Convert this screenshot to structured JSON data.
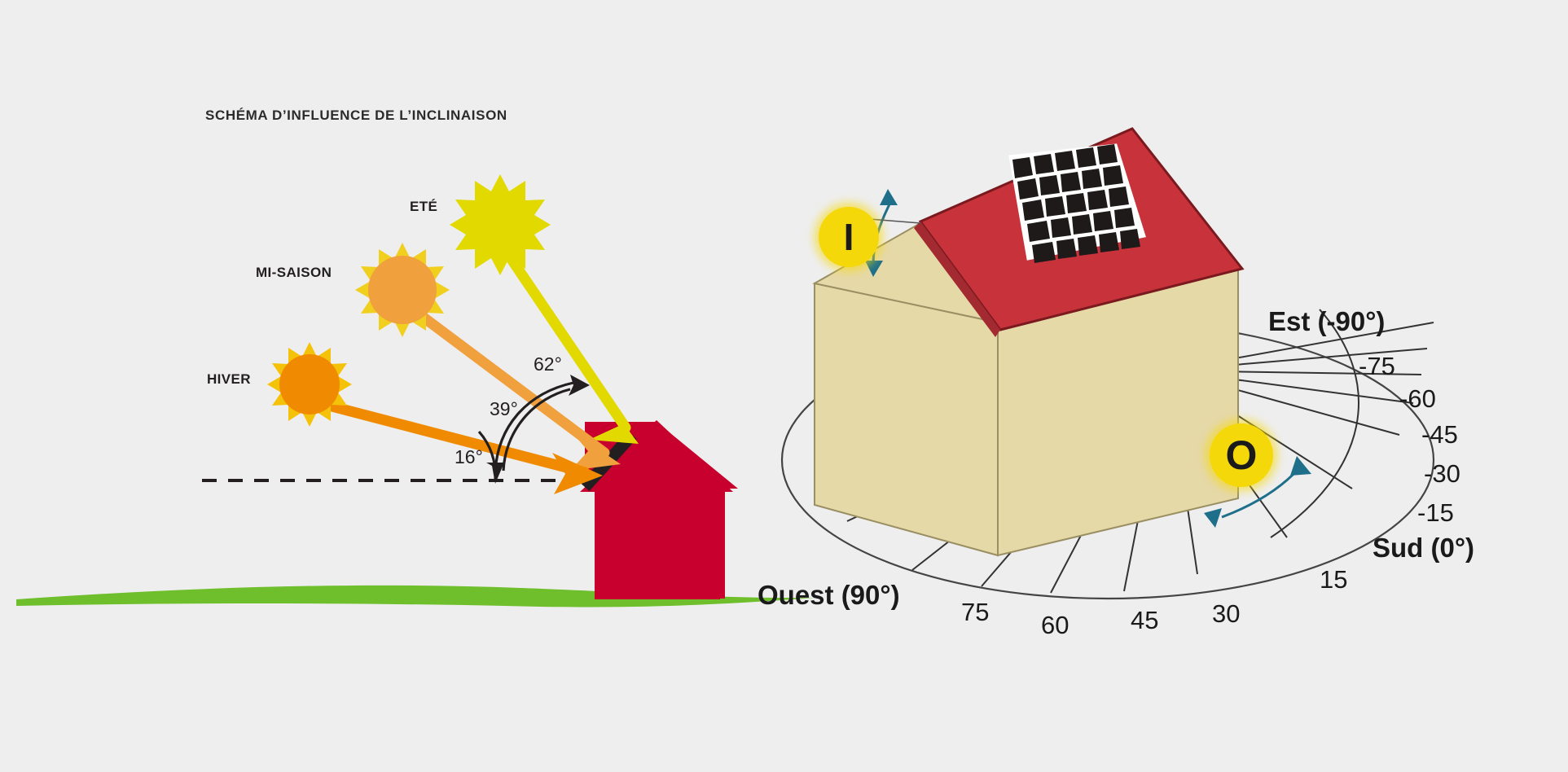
{
  "title": "SCHÉMA D’INFLUENCE DE L’INCLINAISON",
  "left_panel": {
    "name": "inclination-diagram",
    "sun_labels": [
      {
        "id": "ete",
        "label": "ETÉ",
        "sun_color": "#e2d900"
      },
      {
        "id": "mi-saison",
        "label": "MI-SAISON",
        "sun_color": "#f0a03c"
      },
      {
        "id": "hiver",
        "label": "HIVER",
        "sun_color": "#f08a00"
      }
    ],
    "angle_labels": [
      {
        "id": "ete-angle",
        "value": "62°"
      },
      {
        "id": "mi-saison-angle",
        "value": "39°"
      },
      {
        "id": "hiver-angle",
        "value": "16°"
      }
    ],
    "house_color": "#c8002e",
    "panel_color": "#231f20",
    "ground_color": "#6fbe2c",
    "horizon_style": "dashed"
  },
  "right_panel": {
    "name": "orientation-diagram",
    "badges": [
      {
        "id": "inclination-badge",
        "glyph": "I"
      },
      {
        "id": "orientation-badge",
        "glyph": "O"
      }
    ],
    "cardinals": [
      {
        "id": "est",
        "label": "Est (-90°)"
      },
      {
        "id": "sud",
        "label": "Sud (0°)"
      },
      {
        "id": "ouest",
        "label": "Ouest (90°)"
      }
    ],
    "azimuth_ticks": [
      {
        "id": "m75",
        "label": "-75"
      },
      {
        "id": "m60",
        "label": "-60"
      },
      {
        "id": "m45",
        "label": "-45"
      },
      {
        "id": "m30",
        "label": "-30"
      },
      {
        "id": "m15",
        "label": "-15"
      },
      {
        "id": "p15",
        "label": "15"
      },
      {
        "id": "p30",
        "label": "30"
      },
      {
        "id": "p45",
        "label": "45"
      },
      {
        "id": "p60",
        "label": "60"
      },
      {
        "id": "p75",
        "label": "75"
      }
    ],
    "colors": {
      "roof": "#c8333b",
      "wall": "#e6d9a8",
      "wall_shade": "#e3d5a0",
      "panel_cell": "#1d1a19",
      "arrow_blue": "#1f6f8b",
      "badge_yellow": "#f5d80a"
    }
  },
  "chart_data": {
    "type": "diagram",
    "title": "SCHÉMA D’INFLUENCE DE L’INCLINAISON",
    "solar_elevation_angles_deg": [
      {
        "season": "ETÉ",
        "elevation": 62
      },
      {
        "season": "MI-SAISON",
        "elevation": 39
      },
      {
        "season": "HIVER",
        "elevation": 16
      }
    ],
    "azimuth_scale_deg": [
      -90,
      -75,
      -60,
      -45,
      -30,
      -15,
      0,
      15,
      30,
      45,
      60,
      75,
      90
    ],
    "azimuth_cardinals": {
      "-90": "Est",
      "0": "Sud",
      "90": "Ouest"
    }
  }
}
